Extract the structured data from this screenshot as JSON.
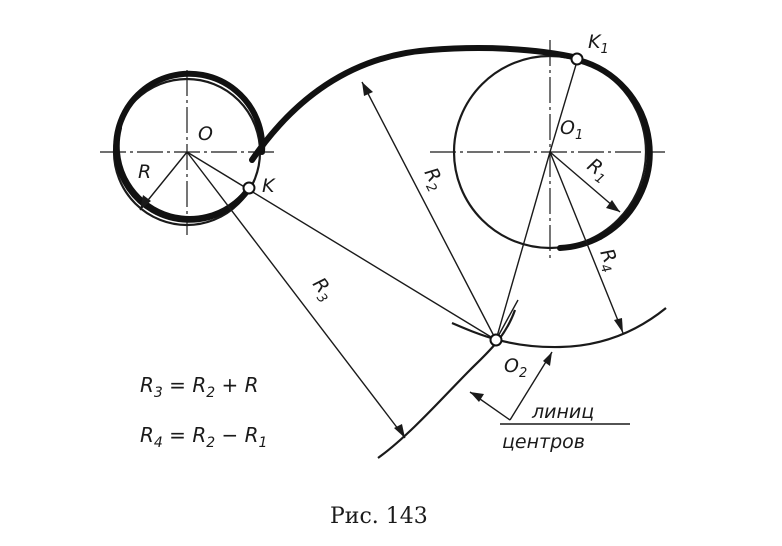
{
  "labels": {
    "O": "O",
    "O1_main": "O",
    "O1_sub": "1",
    "O2_main": "O",
    "O2_sub": "2",
    "K": "K",
    "K1_main": "K",
    "K1_sub": "1",
    "R": "R",
    "R1_main": "R",
    "R1_sub": "1",
    "R2_main": "R",
    "R2_sub": "2",
    "R3_main": "R",
    "R3_sub": "3",
    "R4_main": "R",
    "R4_sub": "4"
  },
  "formulas": {
    "f1": {
      "a": "R",
      "a_sub": "3",
      "eq": " = ",
      "b": "R",
      "b_sub": "2",
      "op": " + ",
      "c": "R",
      "c_sub": ""
    },
    "f2": {
      "a": "R",
      "a_sub": "4",
      "eq": " = ",
      "b": "R",
      "b_sub": "2",
      "op": " − ",
      "c": "R",
      "c_sub": "1"
    }
  },
  "note": {
    "line1": "линиц",
    "line2": "центров"
  },
  "caption": "Рис. 143"
}
